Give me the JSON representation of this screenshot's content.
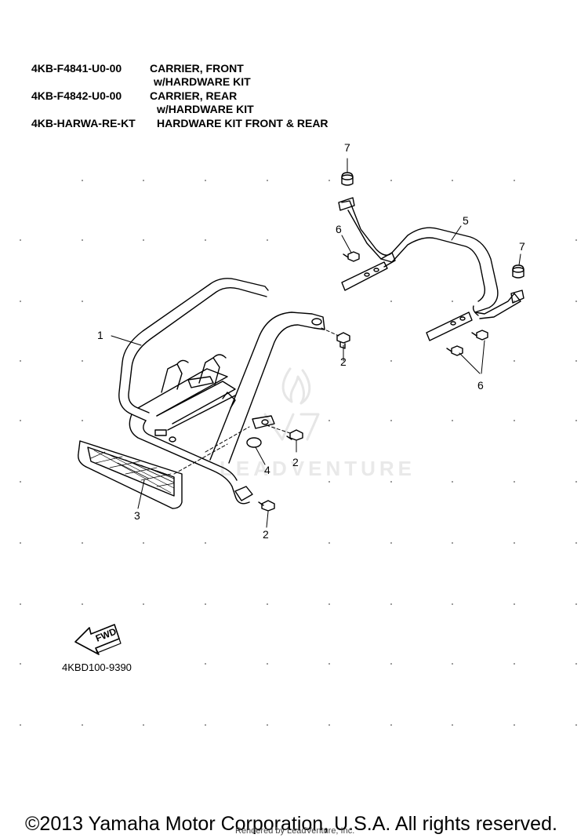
{
  "header": {
    "parts": [
      {
        "number": "4KB-F4841-U0-00",
        "description": "CARRIER, FRONT",
        "sub": "w/HARDWARE KIT"
      },
      {
        "number": "4KB-F4842-U0-00",
        "description": "CARRIER, REAR",
        "sub": "w/HARDWARE KIT"
      },
      {
        "number": "4KB-HARWA-RE-KT",
        "description": "HARDWARE KIT FRONT & REAR"
      }
    ]
  },
  "callouts": {
    "c1": "1",
    "c2a": "2",
    "c2b": "2",
    "c2c": "2",
    "c3": "3",
    "c4": "4",
    "c5": "5",
    "c6a": "6",
    "c6b": "6",
    "c7a": "7",
    "c7b": "7"
  },
  "fwd_label": "FWD",
  "diagram_ref": "4KBD100-9390",
  "watermark": "LEADVENTURE",
  "footer": {
    "copyright": "©2013 Yamaha Motor Corporation, U.S.A. All rights reserved.",
    "rendered": "Rendered by LeadVenture, Inc."
  }
}
